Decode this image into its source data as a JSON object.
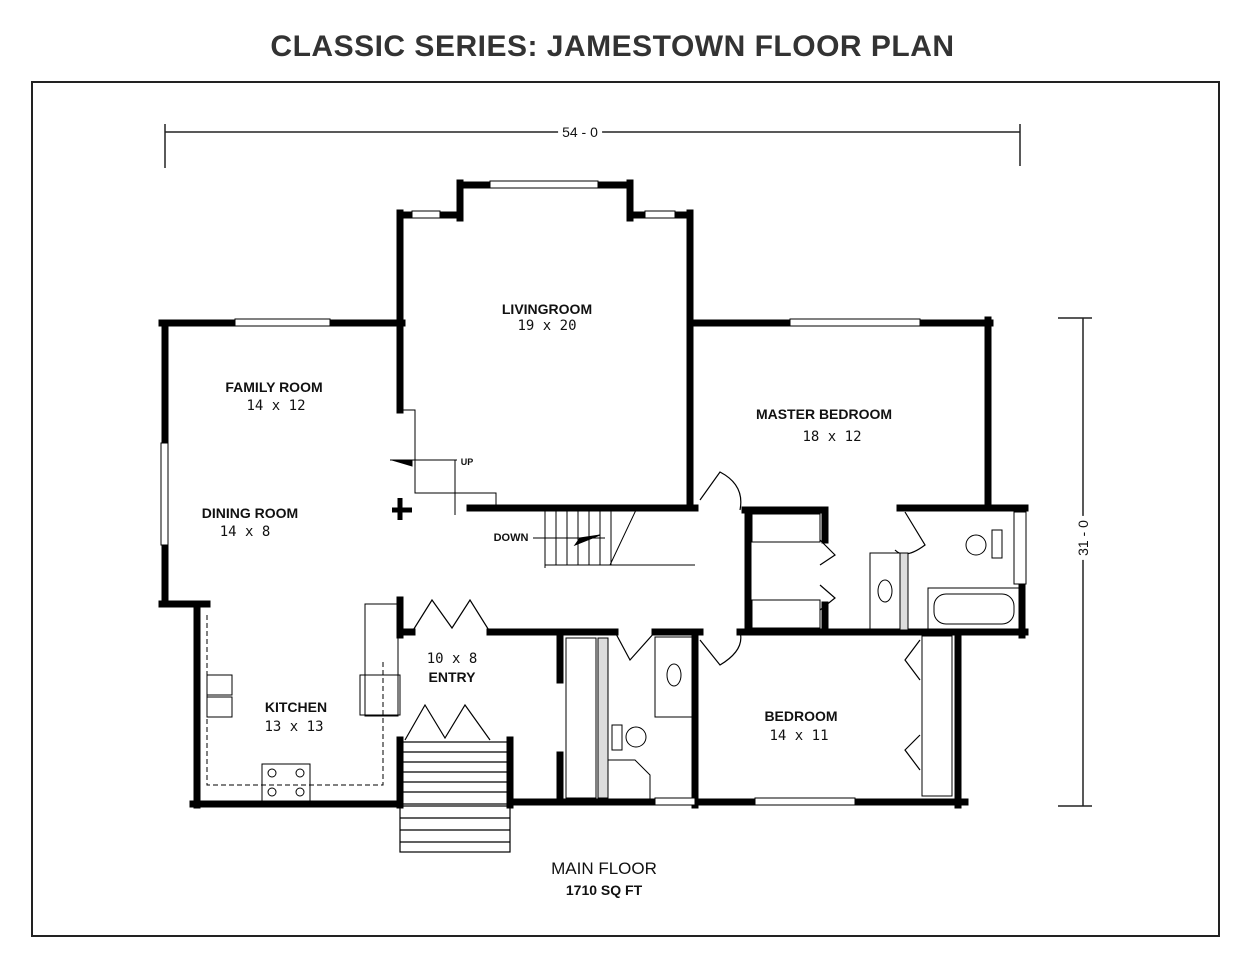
{
  "title": "CLASSIC SERIES: JAMESTOWN FLOOR PLAN",
  "dimensions": {
    "width": "54 - 0",
    "depth": "31 - 0"
  },
  "rooms": [
    {
      "name": "LIVINGROOM",
      "size": "19 x 20"
    },
    {
      "name": "FAMILY ROOM",
      "size": "14 x 12"
    },
    {
      "name": "DINING ROOM",
      "size": "14 x 8"
    },
    {
      "name": "MASTER BEDROOM",
      "size": "18 x 12"
    },
    {
      "name": "KITCHEN",
      "size": "13 x 13"
    },
    {
      "name": "ENTRY",
      "size": "10 x 8"
    },
    {
      "name": "BEDROOM",
      "size": "14 x 11"
    }
  ],
  "stairs": {
    "up": "UP",
    "down": "DOWN"
  },
  "footer": {
    "floor": "MAIN FLOOR",
    "area": "1710 SQ FT"
  }
}
